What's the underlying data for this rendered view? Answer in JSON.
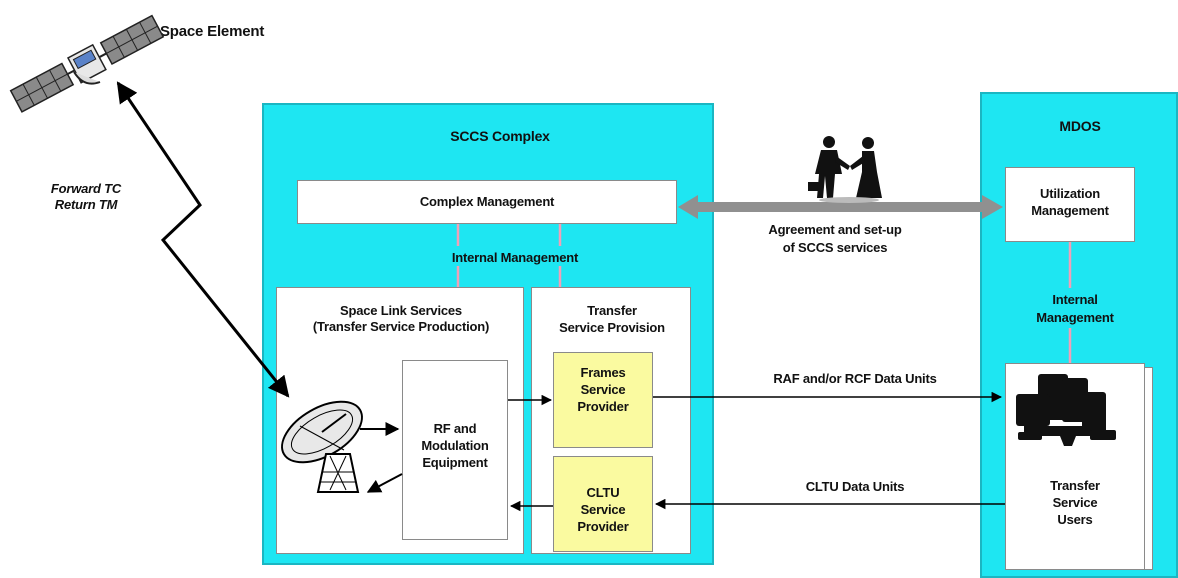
{
  "space_element": {
    "label": "Space Element"
  },
  "link": {
    "line1": "Forward TC",
    "line2": "Return TM"
  },
  "sccs": {
    "title": "SCCS Complex",
    "complex_management": "Complex Management",
    "internal_management": "Internal Management",
    "space_link": {
      "line1": "Space Link Services",
      "line2": "(Transfer Service Production)"
    },
    "rf": {
      "line1": "RF and",
      "line2": "Modulation",
      "line3": "Equipment"
    },
    "transfer_provision": {
      "line1": "Transfer",
      "line2": "Service Provision"
    },
    "frames": {
      "line1": "Frames",
      "line2": "Service",
      "line3": "Provider"
    },
    "cltu": {
      "line1": "CLTU",
      "line2": "Service",
      "line3": "Provider"
    }
  },
  "agreement": {
    "line1": "Agreement and set-up",
    "line2": "of SCCS services"
  },
  "raf_label": "RAF and/or RCF Data Units",
  "cltu_label": "CLTU Data Units",
  "mdos": {
    "title": "MDOS",
    "utilization": {
      "line1": "Utilization",
      "line2": "Management"
    },
    "internal": {
      "line1": "Internal",
      "line2": "Management"
    },
    "users": {
      "line1": "Transfer",
      "line2": "Service",
      "line3": "Users"
    }
  },
  "colors": {
    "panel": "#1ee6f2",
    "provider": "#fafaa0",
    "connector": "#f2a0b8",
    "arrow_gray": "#909090"
  }
}
